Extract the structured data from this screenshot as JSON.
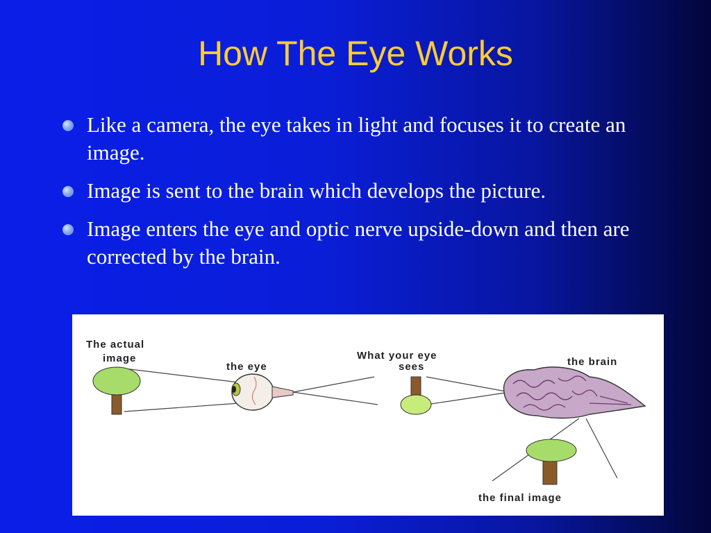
{
  "slide": {
    "title": "How The Eye Works",
    "bullets": [
      "Like a camera, the eye takes in light and focuses it to create an image.",
      "Image is sent to the brain which develops the picture.",
      "Image enters the eye and optic nerve upside-down and then are corrected by the brain."
    ],
    "colors": {
      "title": "#ffcc33",
      "text": "#ffffff",
      "background_start": "#0a1ee8",
      "background_end": "#02063a"
    }
  },
  "figure": {
    "labels": {
      "actual_image_line1": "The actual",
      "actual_image_line2": "image",
      "eye": "the eye",
      "eye_sees_line1": "What your eye",
      "eye_sees_line2": "sees",
      "brain": "the brain",
      "final_image": "the final image"
    }
  }
}
